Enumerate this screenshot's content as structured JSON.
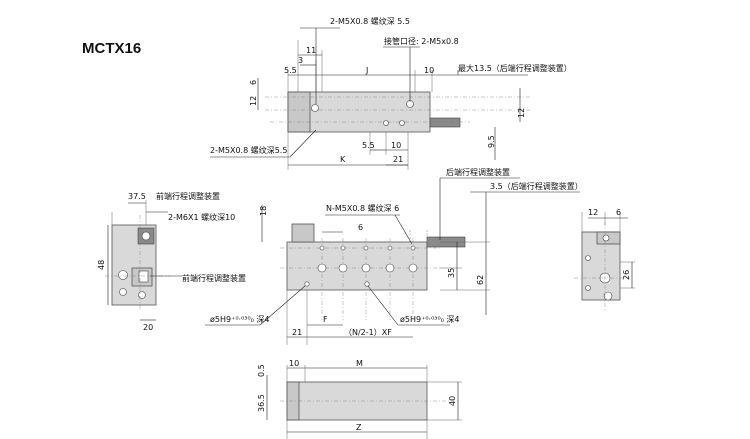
{
  "model": "MCTX16",
  "labels": {
    "tap_top": "2-M5X0.8 螺纹深 5.5",
    "pipe_port": "接管口径: 2-M5x0.8",
    "max_stroke_adj": "最大13.5（后端行程调整装置）",
    "tap_side": "2-M5X0.8 螺纹深5.5",
    "dim_11": "11",
    "dim_3": "3",
    "dim_5_5a": "5.5",
    "dim_6a": "6",
    "dim_J": "J",
    "dim_10a": "10",
    "dim_12a": "12",
    "dim_12b": "12",
    "dim_9_5": "9.5",
    "dim_K": "K",
    "dim_5_5b": "5.5",
    "dim_10b": "10",
    "dim_21a": "21",
    "dim_37_5": "37.5",
    "front_adj_a": "前端行程调整装置",
    "m6_tap": "2-M6X1 螺纹深10",
    "dim_48": "48",
    "front_adj_b": "前端行程调整装置",
    "dim_20": "20",
    "dim_18": "18",
    "n_tap": "N-M5X0.8 螺纹深 6",
    "dim_6b": "6",
    "rear_adj": "后端行程调整装置",
    "rear_adj_35": "3.5（后端行程调整装置）",
    "dim_35": "35",
    "dim_62": "62",
    "pin_hole_a": "ø5H9⁺⁰·⁰³⁰₀ 深4",
    "pin_hole_b": "ø5H9⁺⁰·⁰³⁰₀ 深4",
    "dim_21b": "21",
    "dim_F": "F",
    "dim_nxf": "（N/2-1）XF",
    "dim_12c": "12",
    "dim_6c": "6",
    "dim_26": "26",
    "dim_10c": "10",
    "dim_M": "M",
    "dim_0_5": "0.5",
    "dim_36_5": "36.5",
    "dim_40": "40",
    "dim_Z": "Z"
  }
}
